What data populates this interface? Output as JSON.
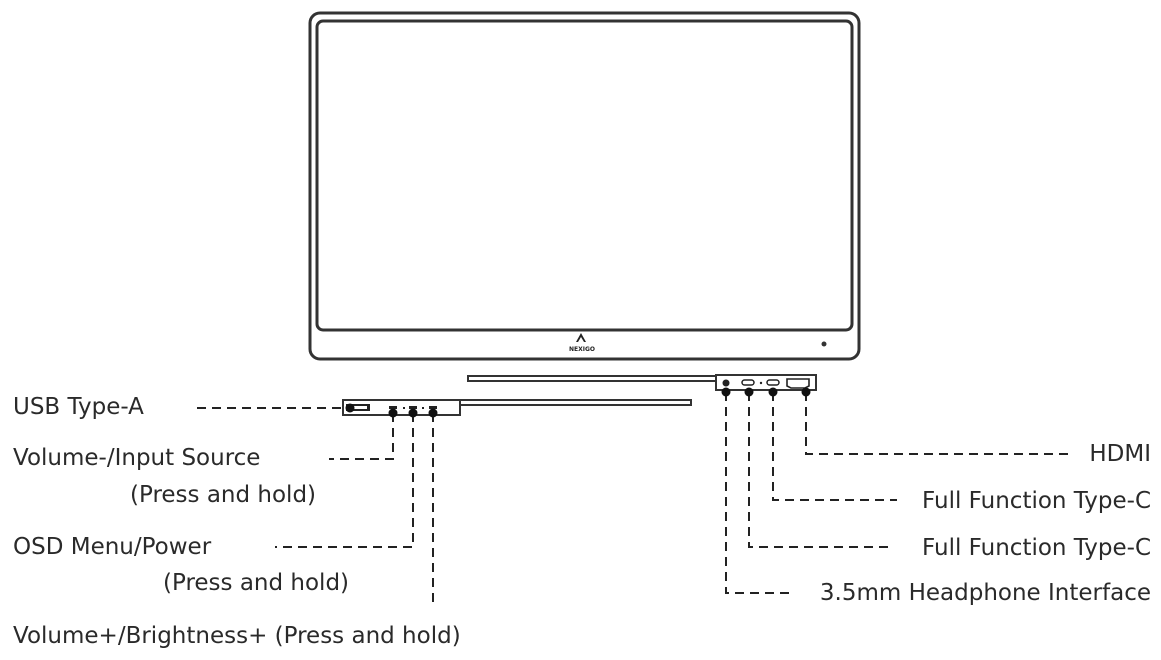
{
  "brand": "NEXIGO",
  "labels": {
    "usb_type_a": "USB Type-A",
    "volume_minus_line1": "Volume-/Input Source",
    "volume_minus_line2": "(Press and hold)",
    "osd_menu_line1": "OSD Menu/Power",
    "osd_menu_line2": "(Press and hold)",
    "volume_plus": "Volume+/Brightness+ (Press and hold)",
    "hdmi": "HDMI",
    "type_c_1": "Full Function Type-C",
    "type_c_2": "Full Function Type-C",
    "headphone": "3.5mm Headphone Interface"
  }
}
